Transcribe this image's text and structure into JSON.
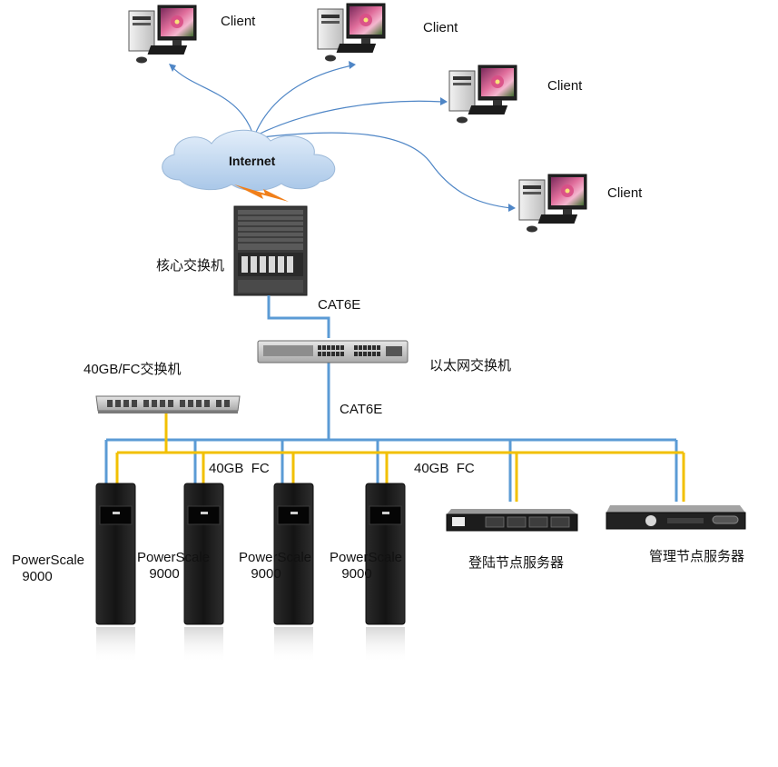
{
  "clients": [
    {
      "label": "Client"
    },
    {
      "label": "Client"
    },
    {
      "label": "Client"
    },
    {
      "label": "Client"
    }
  ],
  "internet": {
    "label": "Internet"
  },
  "core_switch": {
    "label": "核心交换机"
  },
  "ethernet_switch": {
    "label": "以太网交换机"
  },
  "fc_switch": {
    "label": "40GB/FC交换机"
  },
  "cables": {
    "cat6e_top": "CAT6E",
    "cat6e_bottom": "CAT6E",
    "fc_left": "40GB  FC",
    "fc_right": "40GB  FC"
  },
  "storage_nodes": [
    {
      "name": "PowerScale",
      "model": "9000"
    },
    {
      "name": "PowerScale",
      "model": "9000"
    },
    {
      "name": "PowerScale",
      "model": "9000"
    },
    {
      "name": "PowerScale",
      "model": "9000"
    }
  ],
  "login_server": {
    "label": "登陆节点服务器"
  },
  "mgmt_server": {
    "label": "管理节点服务器"
  },
  "colors": {
    "ethernet_line": "#5b9bd5",
    "fc_line": "#f2c000",
    "client_link": "#4f86c6",
    "cloud": "#c9def2",
    "lightning": "#f07f1a"
  }
}
